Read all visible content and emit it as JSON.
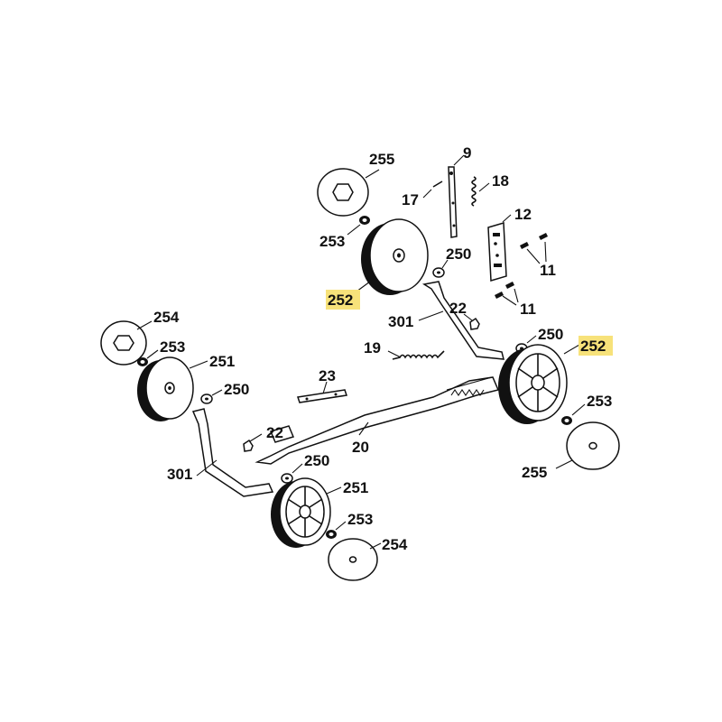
{
  "diagram": {
    "labels": {
      "l255_top": "255",
      "l9": "9",
      "l18": "18",
      "l17": "17",
      "l12": "12",
      "l253_top": "253",
      "l250_top": "250",
      "l11_a": "11",
      "l252_left": "252",
      "l11_b": "11",
      "l22_top": "22",
      "l301_top": "301",
      "l250_right": "250",
      "l252_right": "252",
      "l254_left": "254",
      "l253_left": "253",
      "l251_left": "251",
      "l19": "19",
      "l250_left": "250",
      "l23": "23",
      "l253_right": "253",
      "l22_bottom": "22",
      "l20": "20",
      "l255_right": "255",
      "l250_bottom": "250",
      "l301_bottom": "301",
      "l251_bottom": "251",
      "l253_bottom": "253",
      "l254_bottom": "254"
    },
    "highlight_color": "#f7e27a"
  }
}
